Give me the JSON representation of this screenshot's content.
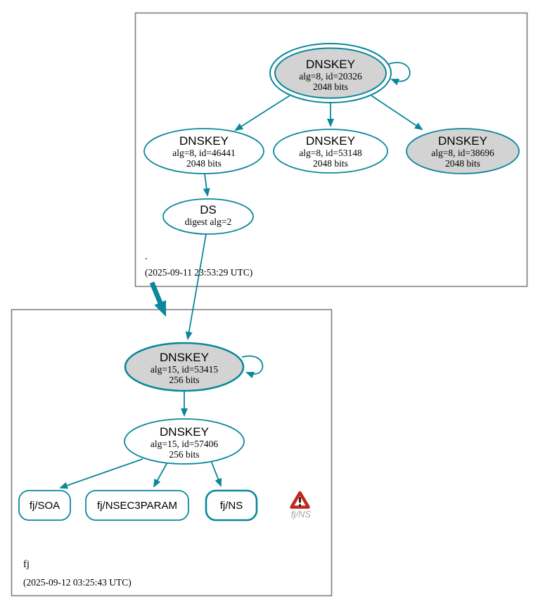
{
  "zones": [
    {
      "name": ".",
      "timestamp": "(2025-09-11 23:53:29 UTC)"
    },
    {
      "name": "fj",
      "timestamp": "(2025-09-12 03:25:43 UTC)"
    }
  ],
  "nodes": {
    "root_ksk": {
      "title": "DNSKEY",
      "alg": "alg=8, id=20326",
      "bits": "2048 bits"
    },
    "root_zsk1": {
      "title": "DNSKEY",
      "alg": "alg=8, id=46441",
      "bits": "2048 bits"
    },
    "root_zsk2": {
      "title": "DNSKEY",
      "alg": "alg=8, id=53148",
      "bits": "2048 bits"
    },
    "root_key3": {
      "title": "DNSKEY",
      "alg": "alg=8, id=38696",
      "bits": "2048 bits"
    },
    "root_ds": {
      "title": "DS",
      "detail": "digest alg=2"
    },
    "fj_ksk": {
      "title": "DNSKEY",
      "alg": "alg=15, id=53415",
      "bits": "256 bits"
    },
    "fj_zsk": {
      "title": "DNSKEY",
      "alg": "alg=15, id=57406",
      "bits": "256 bits"
    }
  },
  "rrsets": [
    {
      "label": "fj/SOA"
    },
    {
      "label": "fj/NSEC3PARAM"
    },
    {
      "label": "fj/NS"
    }
  ],
  "warning": {
    "label": "fj/NS"
  },
  "colors": {
    "edge_secure": "#0a879a",
    "node_fill_ksk": "#d3d3d3",
    "cluster_border": "#7d7d7d",
    "warning_red": "#c0281e",
    "warning_caption_gray": "#a6a6a6"
  }
}
